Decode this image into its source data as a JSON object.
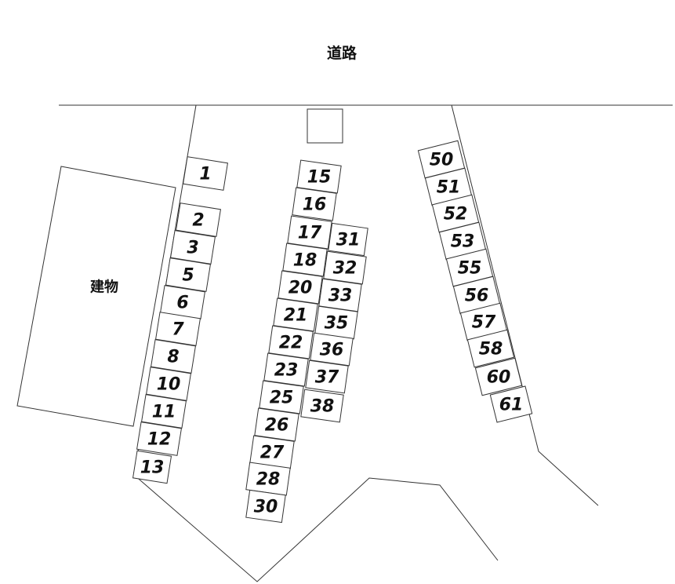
{
  "road_label": "道路",
  "building_label": "建物",
  "spaces": {
    "left": [
      "1",
      "2",
      "3",
      "5",
      "6",
      "7",
      "8",
      "10",
      "11",
      "12",
      "13"
    ],
    "middle_a": [
      "15",
      "16",
      "17",
      "18",
      "20",
      "21",
      "22",
      "23",
      "25",
      "26",
      "27",
      "28",
      "30"
    ],
    "middle_b": [
      "31",
      "32",
      "33",
      "35",
      "36",
      "37",
      "38"
    ],
    "right": [
      "50",
      "51",
      "52",
      "53",
      "55",
      "56",
      "57",
      "58",
      "60",
      "61"
    ]
  }
}
